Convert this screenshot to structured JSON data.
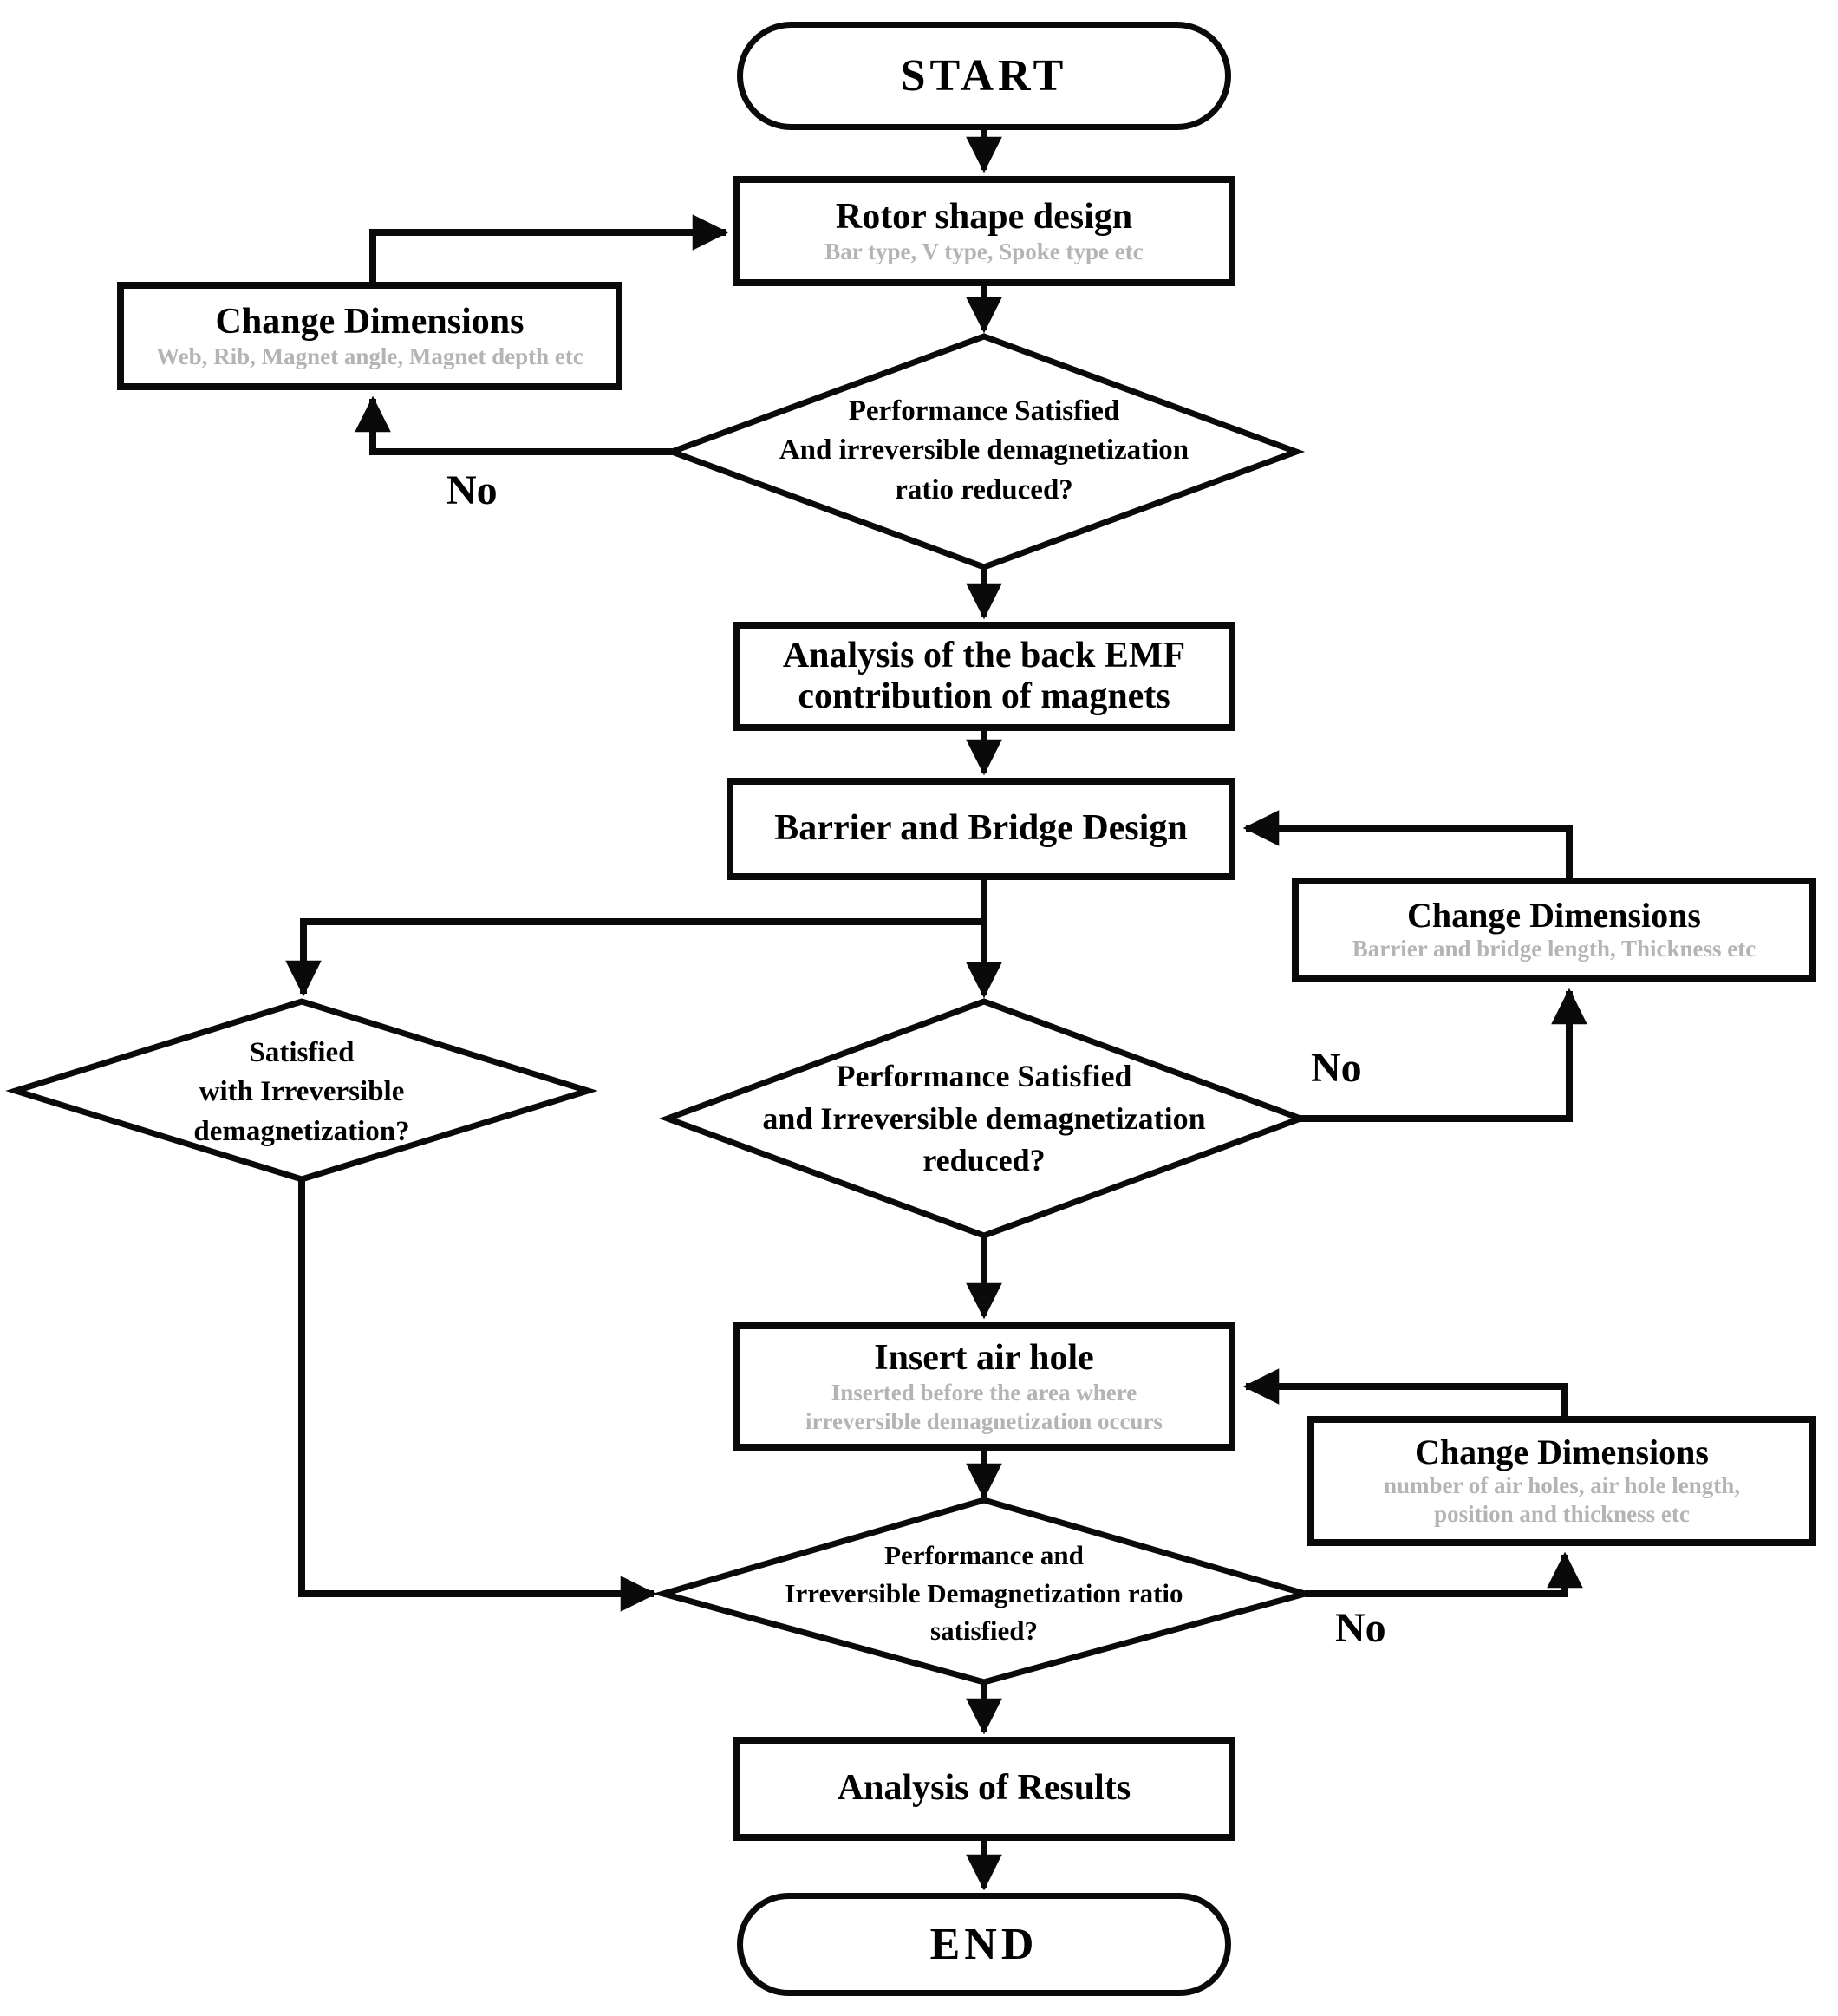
{
  "diagram": {
    "type": "flowchart",
    "colors": {
      "stroke": "#0a0a0a",
      "subtitle_gray": "#b4b4b4",
      "background": "#ffffff"
    },
    "nodes": {
      "start": {
        "label": "START"
      },
      "rotor": {
        "title": "Rotor shape design",
        "subtitle": "Bar type, V type, Spoke type etc"
      },
      "change_dim_1": {
        "title": "Change Dimensions",
        "subtitle": "Web, Rib, Magnet angle, Magnet depth etc"
      },
      "decision_1": {
        "line1": "Performance Satisfied",
        "line2": "And irreversible demagnetization",
        "line3": "ratio reduced?"
      },
      "back_emf": {
        "line1": "Analysis of the back EMF",
        "line2": "contribution of magnets"
      },
      "barrier": {
        "title": "Barrier and Bridge Design"
      },
      "change_dim_2": {
        "title": "Change Dimensions",
        "subtitle": "Barrier and bridge length, Thickness etc"
      },
      "decision_left": {
        "line1": "Satisfied",
        "line2": "with  Irreversible",
        "line3": "demagnetization?"
      },
      "decision_2": {
        "line1": "Performance Satisfied",
        "line2": "and Irreversible demagnetization",
        "line3": "reduced?"
      },
      "insert_air": {
        "title": "Insert air hole",
        "subtitle1": "Inserted before the area where",
        "subtitle2": "irreversible demagnetization occurs"
      },
      "change_dim_3": {
        "title": "Change Dimensions",
        "subtitle1": "number of air holes, air hole length,",
        "subtitle2": "position and thickness etc"
      },
      "decision_3": {
        "line1": "Performance and",
        "line2": "Irreversible Demagnetization ratio",
        "line3": "satisfied?"
      },
      "results": {
        "title": "Analysis of Results"
      },
      "end": {
        "label": "END"
      }
    },
    "edge_labels": {
      "no1": "No",
      "no2": "No",
      "no3": "No"
    }
  }
}
